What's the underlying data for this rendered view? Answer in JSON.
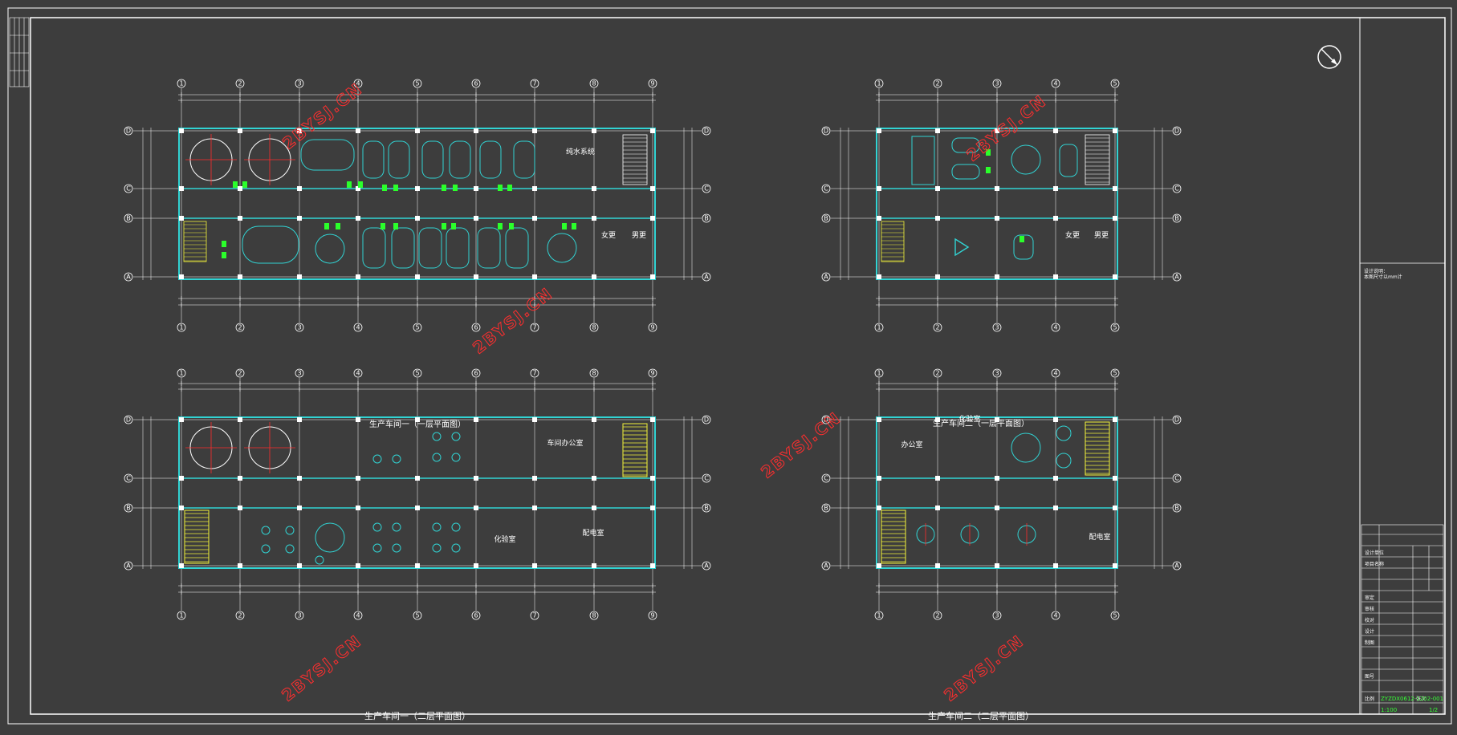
{
  "colors": {
    "background": "#3d3d3d",
    "frame": "#ffffff",
    "wall": "#31d3d3",
    "axis": "#ff2b2b",
    "green": "#2bff2b",
    "yellow": "#f2f23a",
    "watermark": "#ff2e2e"
  },
  "watermark_text": "2BYSJ.CN",
  "plans": [
    {
      "id": "plan-top-left",
      "caption": "",
      "grid_numbers": [
        "1",
        "2",
        "3",
        "4",
        "5",
        "6",
        "7",
        "8",
        "9"
      ],
      "row_letters": [
        "D",
        "C",
        "B",
        "A"
      ],
      "room_labels": [
        "纯水系统",
        "女更",
        "男更"
      ]
    },
    {
      "id": "plan-top-right",
      "caption": "",
      "grid_numbers": [
        "1",
        "2",
        "3",
        "4",
        "5"
      ],
      "row_letters": [
        "D",
        "C",
        "B",
        "A"
      ],
      "room_labels": [
        "女更",
        "男更"
      ]
    },
    {
      "id": "plan-bottom-left",
      "caption": "生产车间一（二层平面图）",
      "inner_title": "生产车间一（一层平面图）",
      "grid_numbers": [
        "1",
        "2",
        "3",
        "4",
        "5",
        "6",
        "7",
        "8",
        "9"
      ],
      "row_letters": [
        "D",
        "C",
        "B",
        "A"
      ],
      "room_labels": [
        "车间办公室",
        "化验室",
        "配电室"
      ]
    },
    {
      "id": "plan-bottom-right",
      "caption": "生产车间二（二层平面图）",
      "inner_title": "生产车间二（一层平面图）",
      "grid_numbers": [
        "1",
        "2",
        "3",
        "4",
        "5"
      ],
      "row_letters": [
        "D",
        "C",
        "B",
        "A"
      ],
      "room_labels": [
        "办公室",
        "化验室",
        "配电室"
      ]
    }
  ],
  "title_block": {
    "scale": "1:100",
    "sheet": "1/2",
    "drawing_no": "ZYZDX0612-1202-001"
  }
}
